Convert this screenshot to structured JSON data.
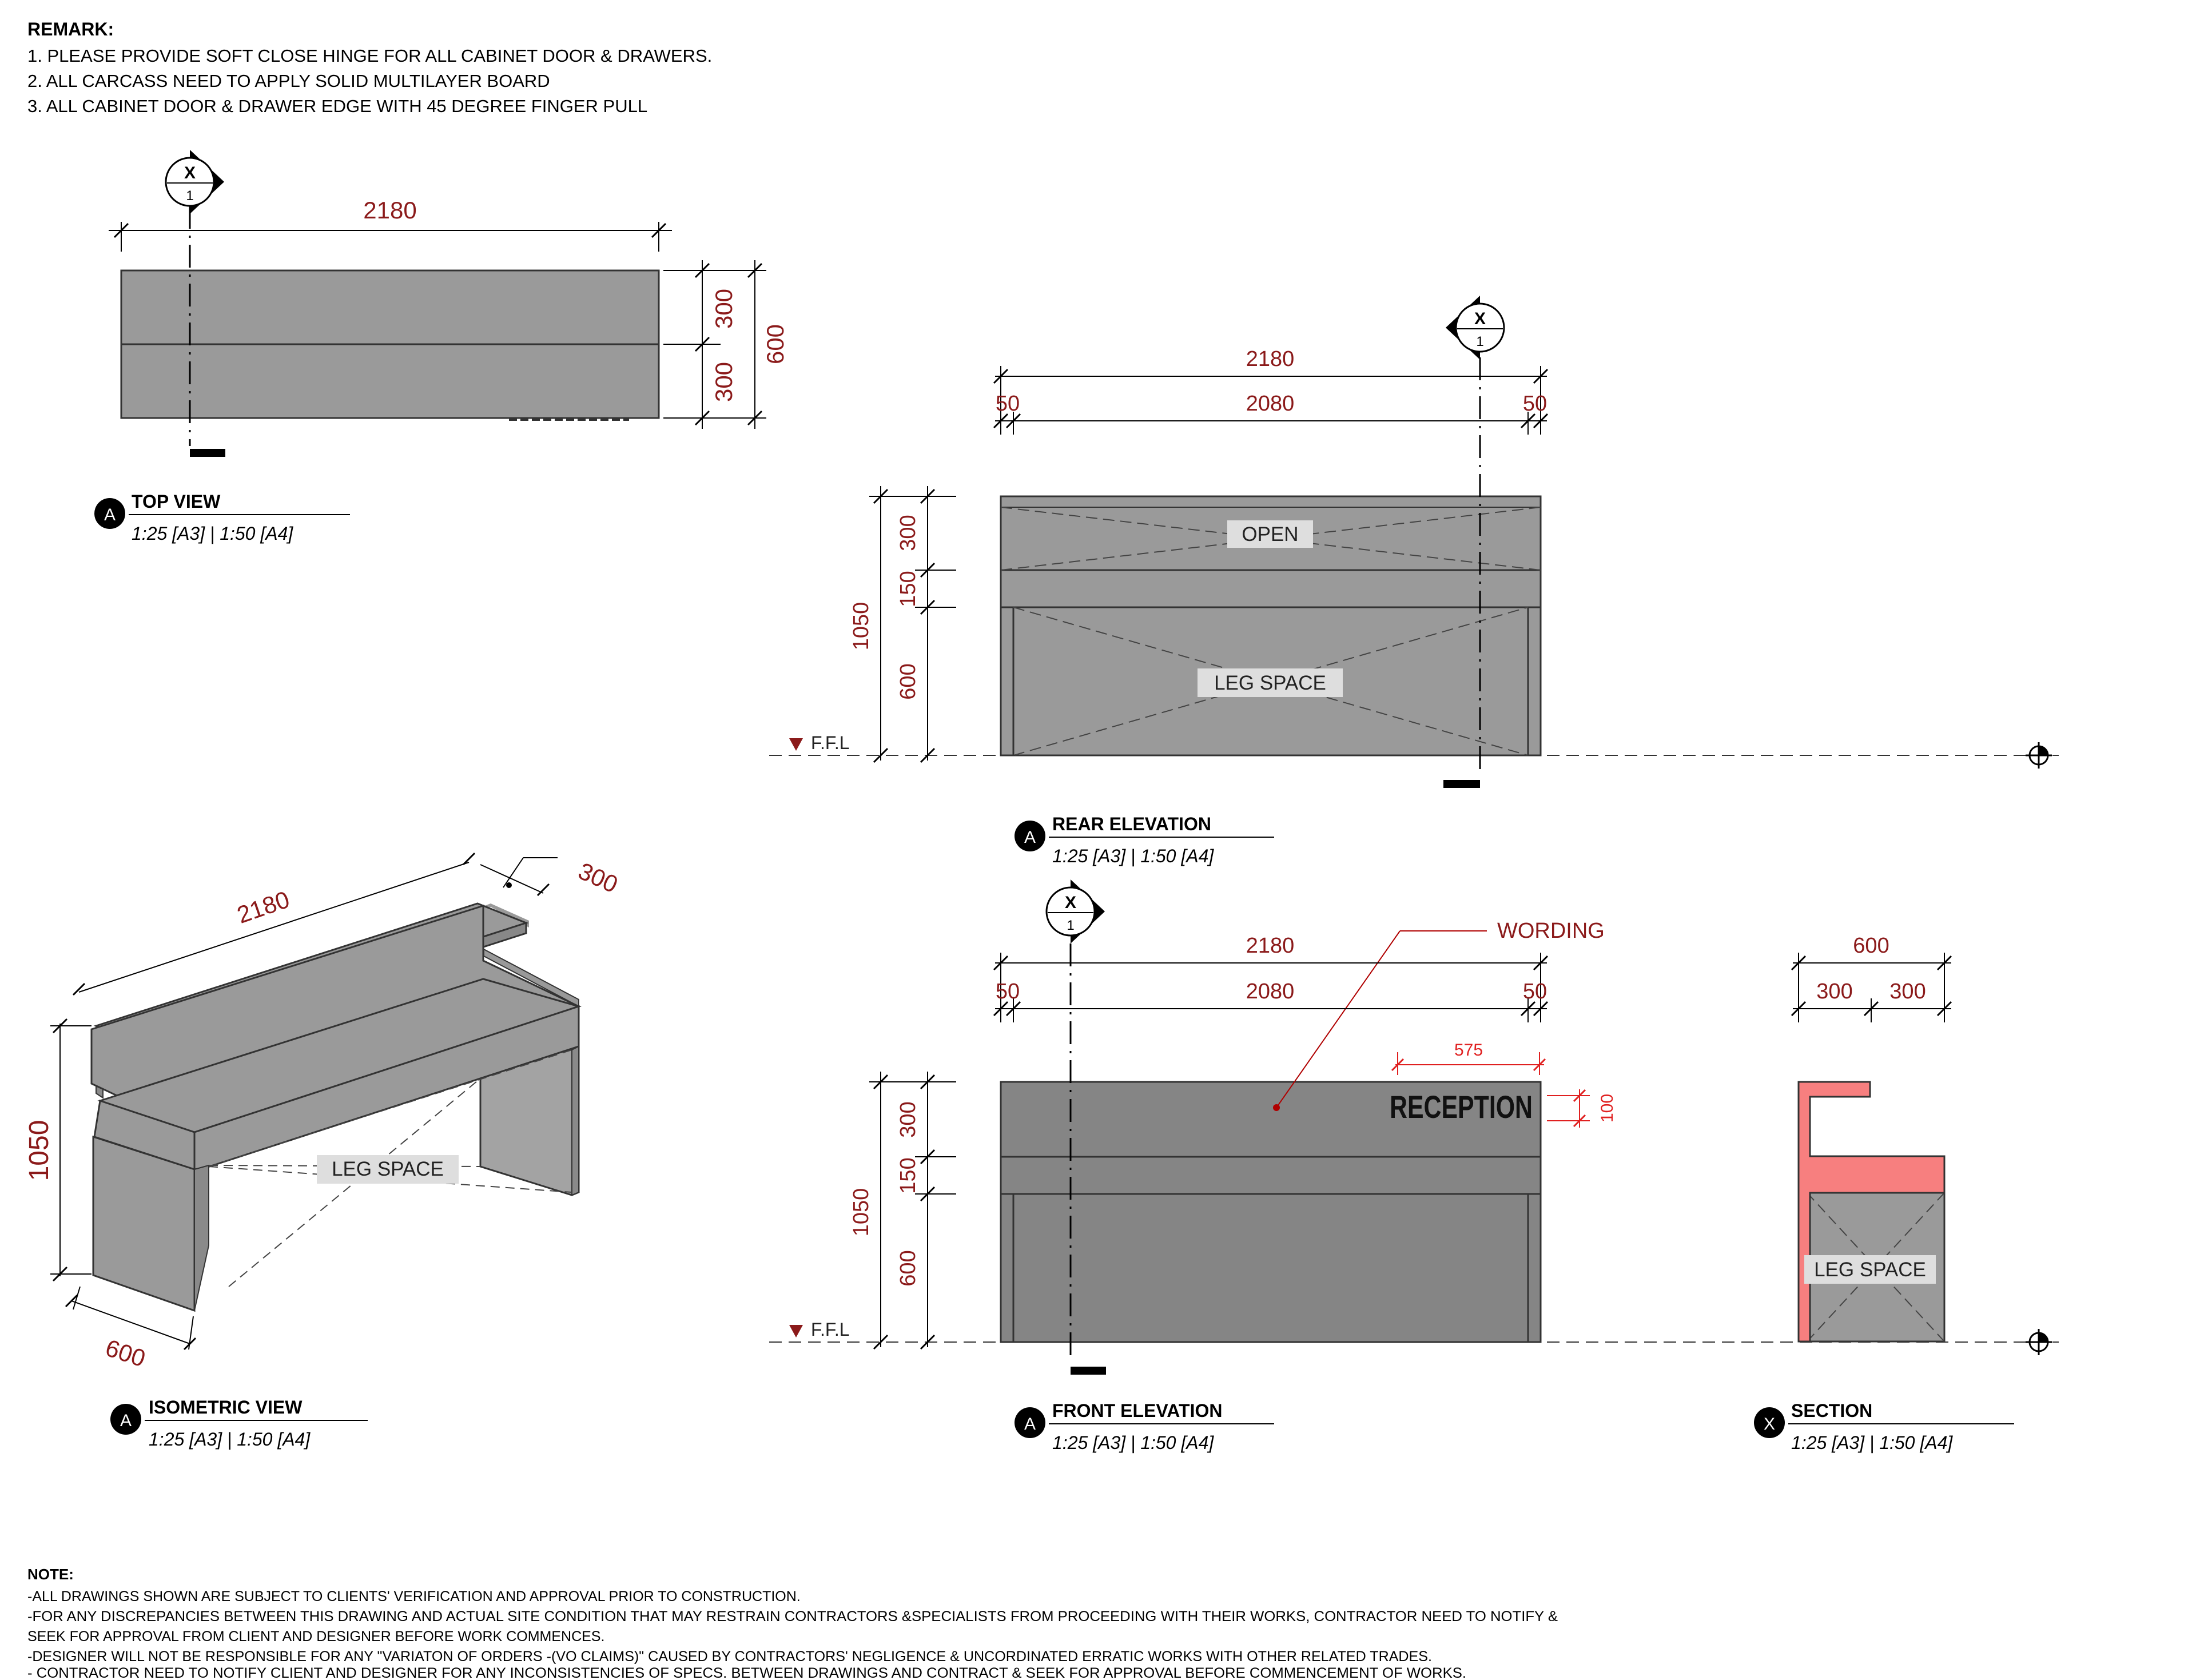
{
  "remarks": {
    "heading": "REMARK:",
    "items": [
      "1. PLEASE PROVIDE SOFT CLOSE HINGE FOR ALL CABINET DOOR & DRAWERS.",
      "2. ALL CARCASS NEED TO APPLY SOLID MULTILAYER BOARD",
      "3. ALL CABINET DOOR & DRAWER EDGE WITH 45 DEGREE FINGER PULL"
    ]
  },
  "section_marker": {
    "letter": "X",
    "number": "1"
  },
  "top_view": {
    "tag": "A",
    "title": "TOP VIEW",
    "scale": "1:25 [A3]   |   1:50 [A4]",
    "dims": {
      "width": "2180",
      "depth_a": "300",
      "depth_b": "300",
      "depth_total": "600"
    }
  },
  "rear_elevation": {
    "tag": "A",
    "title": "REAR ELEVATION",
    "scale": "1:25 [A3]   |   1:50 [A4]",
    "labels": {
      "open": "OPEN",
      "leg_space": "LEG SPACE",
      "ffl": "F.F.L"
    },
    "dims": {
      "overall": "2180",
      "side_l": "50",
      "inner": "2080",
      "side_r": "50",
      "h_top": "300",
      "h_mid": "150",
      "h_bottom": "600",
      "h_total": "1050"
    }
  },
  "isometric_view": {
    "tag": "A",
    "title": "ISOMETRIC VIEW",
    "scale": "1:25 [A3]   |   1:50 [A4]",
    "labels": {
      "leg_space": "LEG SPACE"
    },
    "dims": {
      "length": "2180",
      "top_depth": "300",
      "height": "1050",
      "depth": "600"
    }
  },
  "front_elevation": {
    "tag": "A",
    "title": "FRONT ELEVATION",
    "scale": "1:25 [A3]   |   1:50 [A4]",
    "labels": {
      "wording": "WORDING",
      "reception": "RECEPTION",
      "ffl": "F.F.L"
    },
    "dims": {
      "overall": "2180",
      "side_l": "50",
      "inner": "2080",
      "side_r": "50",
      "h_top": "300",
      "h_mid": "150",
      "h_bottom": "600",
      "h_total": "1050",
      "text_width": "575",
      "text_height": "100"
    }
  },
  "section": {
    "tag": "X",
    "title": "SECTION",
    "scale": "1:25 [A3]   |   1:50 [A4]",
    "labels": {
      "leg_space": "LEG SPACE"
    },
    "dims": {
      "overall": "600",
      "a": "300",
      "b": "300"
    }
  },
  "notes": {
    "heading": "NOTE:",
    "lines": [
      "-ALL DRAWINGS SHOWN ARE SUBJECT TO CLIENTS' VERIFICATION AND APPROVAL PRIOR TO CONSTRUCTION.",
      "-FOR ANY DISCREPANCIES BETWEEN THIS DRAWING AND ACTUAL SITE CONDITION THAT MAY RESTRAIN CONTRACTORS &SPECIALISTS FROM PROCEEDING WITH THEIR WORKS, CONTRACTOR NEED TO NOTIFY &",
      "SEEK FOR APPROVAL FROM CLIENT AND DESIGNER BEFORE WORK COMMENCES.",
      "-DESIGNER WILL NOT BE RESPONSIBLE FOR ANY \"VARIATON OF ORDERS -(VO CLAIMS)\" CAUSED BY CONTRACTORS' NEGLIGENCE & UNCORDINATED ERRATIC WORKS WITH OTHER RELATED TRADES.",
      "- CONTRACTOR NEED TO NOTIFY CLIENT AND DESIGNER FOR ANY INCONSISTENCIES OF SPECS. BETWEEN DRAWINGS AND CONTRACT & SEEK FOR APPROVAL BEFORE COMMENCEMENT OF WORKS."
    ]
  },
  "colors": {
    "carcass": "#9a9a9a",
    "front_panel": "#858585",
    "section_cut": "#f77f7f",
    "dimension": "#8b1a1a"
  }
}
